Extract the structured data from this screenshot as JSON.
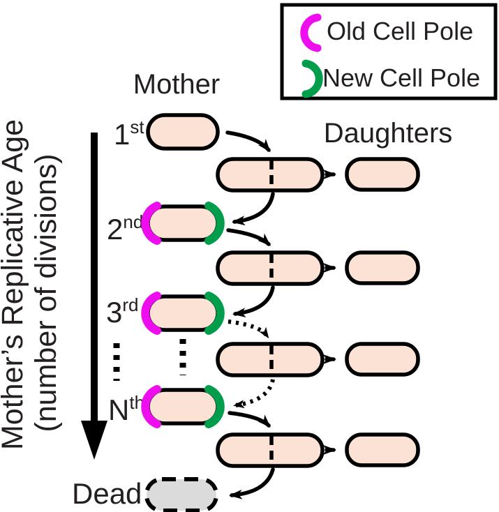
{
  "figure": {
    "axis": {
      "line1": "Mother’s Replicative Age",
      "line2": "(number of divisions)"
    },
    "headers": {
      "mother": "Mother",
      "daughters": "Daughters"
    },
    "legend": {
      "old_pole_label": "Old Cell Pole",
      "new_pole_label": "New Cell Pole"
    },
    "rows": [
      {
        "ordinal": "1",
        "suffix": "st"
      },
      {
        "ordinal": "2",
        "suffix": "nd"
      },
      {
        "ordinal": "3",
        "suffix": "rd"
      },
      {
        "ordinal": "N",
        "suffix": "th"
      }
    ],
    "dead_label": "Dead",
    "colors": {
      "cell_fill": "#FBE2D4",
      "dead_cell_fill": "#DBDBDB",
      "old_pole": "#EE0DEE",
      "new_pole": "#009E4C",
      "outline": "#000000",
      "text": "#231F20"
    }
  }
}
